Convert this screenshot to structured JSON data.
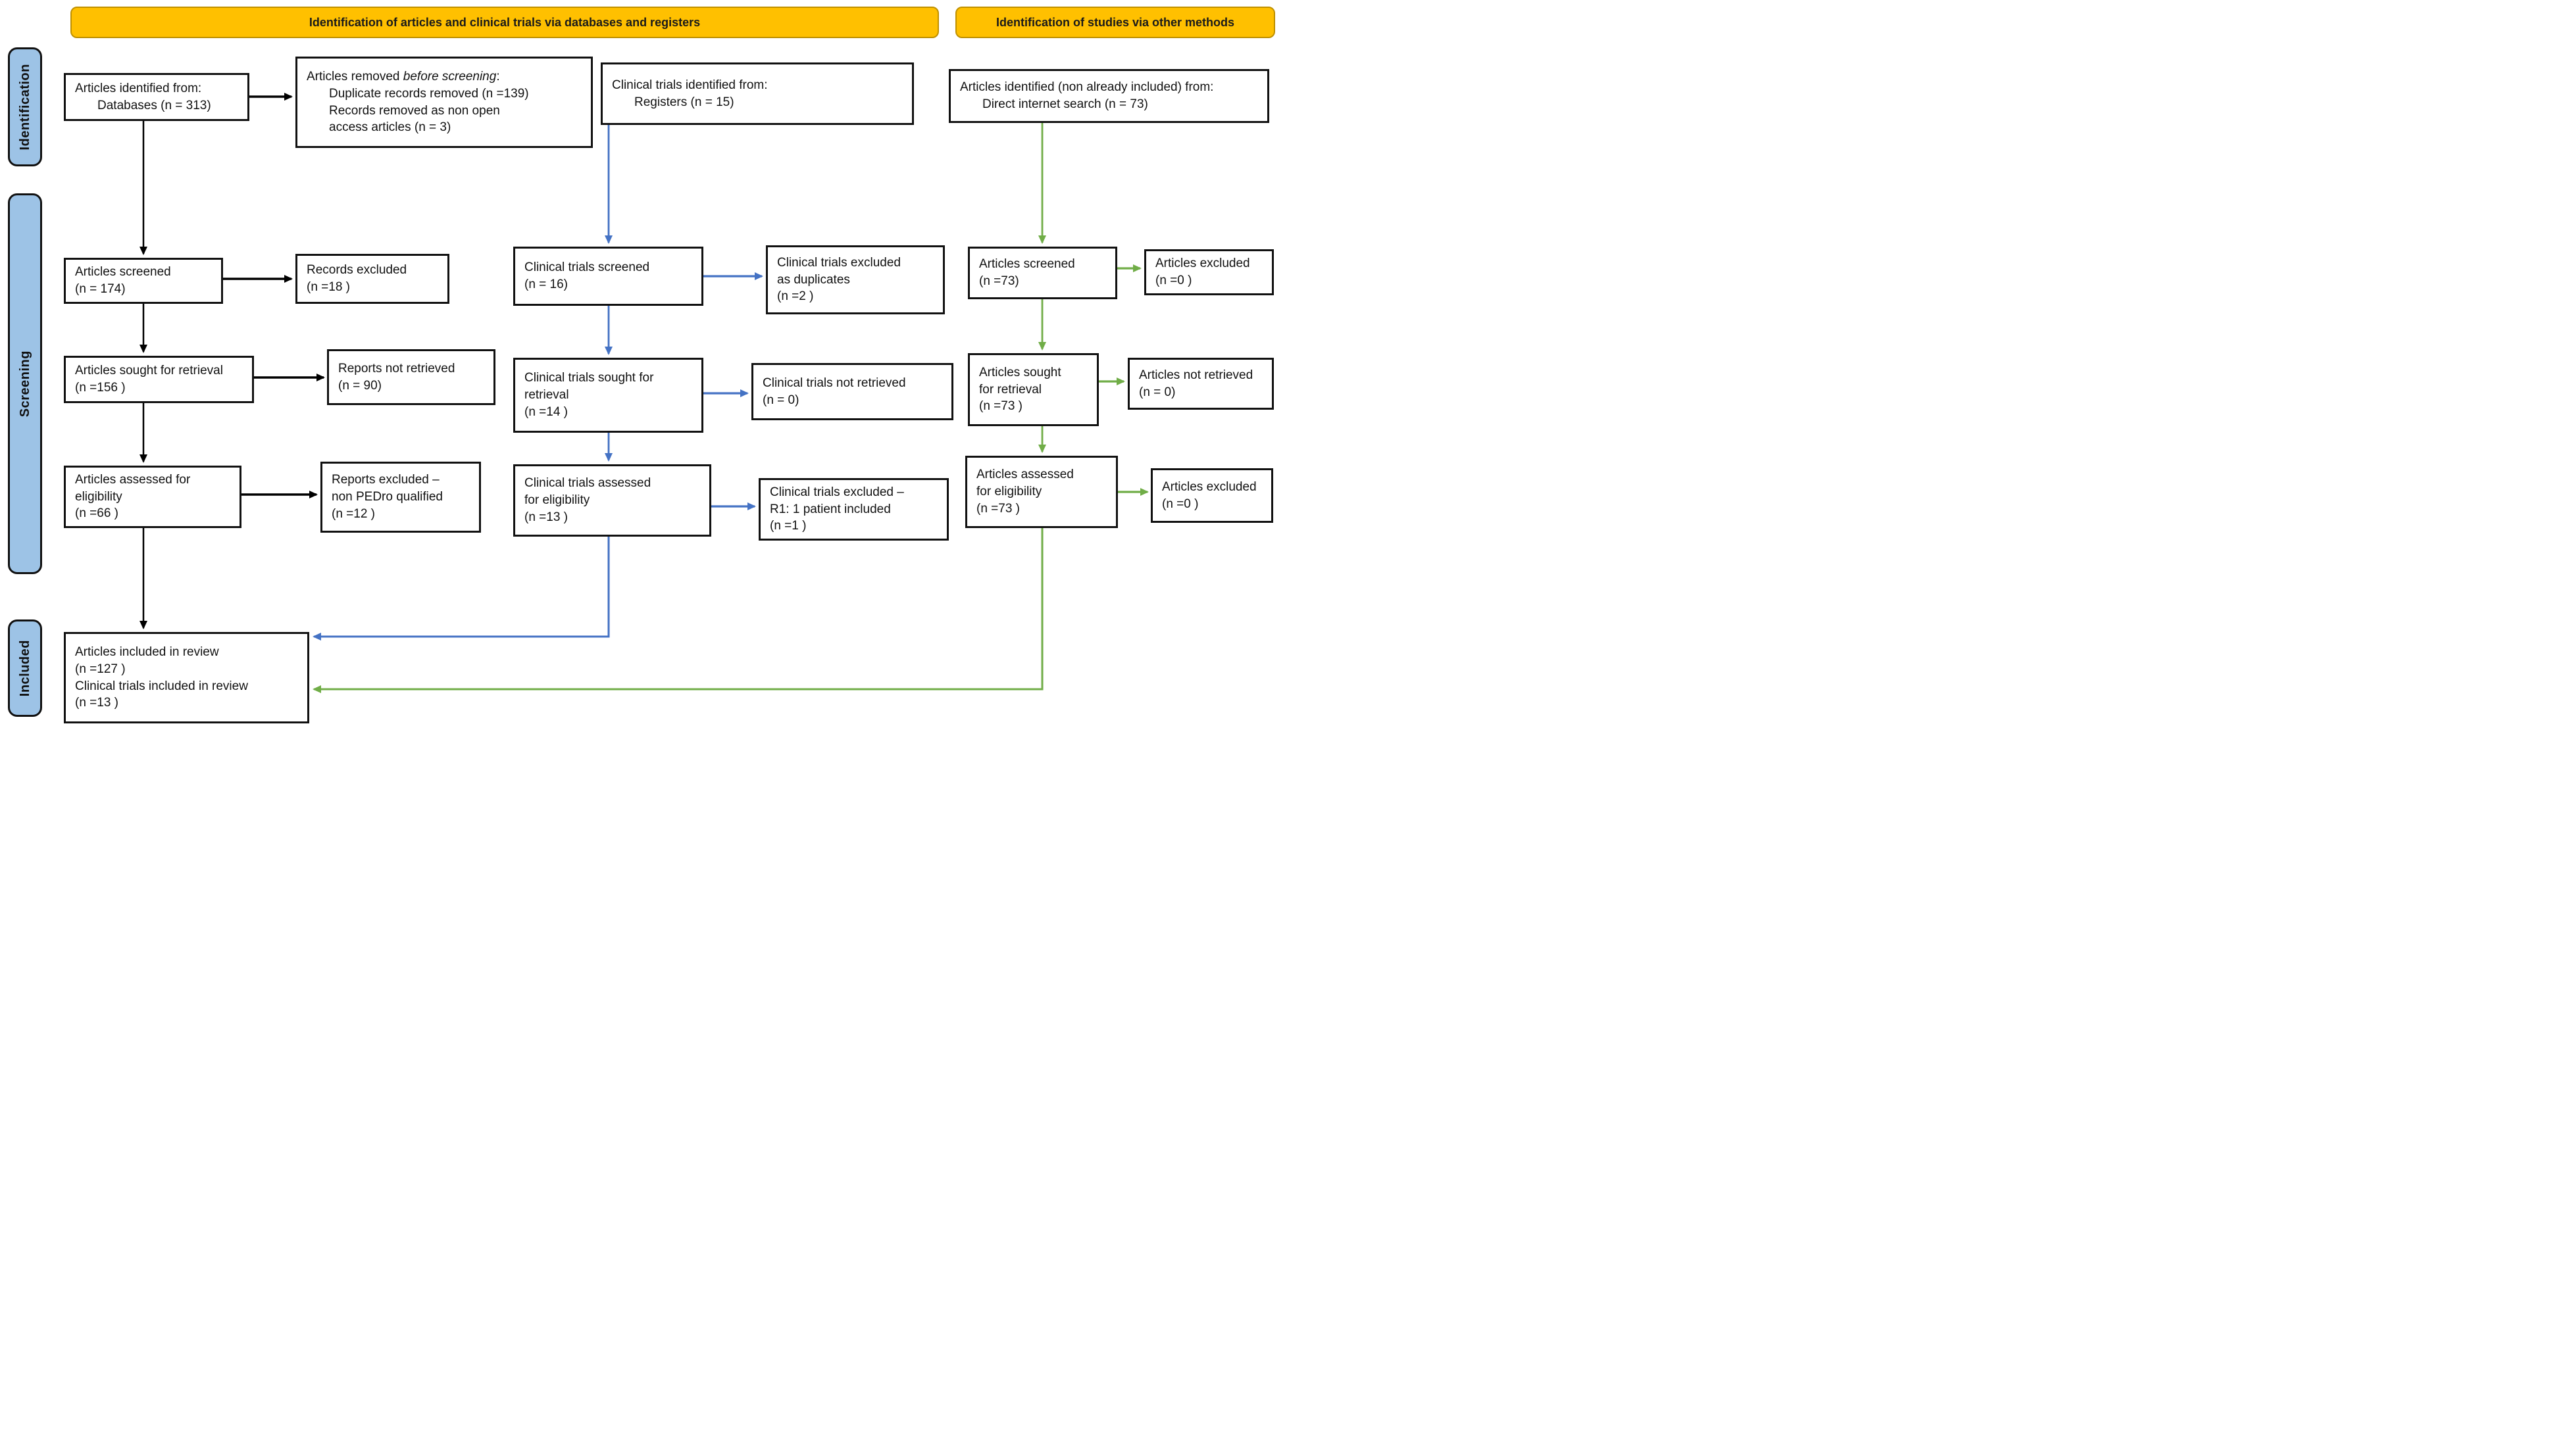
{
  "banners": {
    "primary": "Identification of articles and clinical trials via databases and registers",
    "secondary": "Identification of studies via other methods"
  },
  "stages": {
    "identification": "Identification",
    "screening": "Screening",
    "included": "Included"
  },
  "colors": {
    "banner_fill": "#FFC000",
    "banner_border": "#BF9000",
    "stage_fill": "#9DC3E6",
    "arrow_black": "#000000",
    "arrow_blue": "#4472C4",
    "arrow_green": "#70AD47"
  },
  "boxes": {
    "db_identified": {
      "l1": "Articles identified from:",
      "l2": "Databases (n = 313)"
    },
    "removed_before": {
      "pre": "Articles removed ",
      "italic": "before screening",
      "post": ":",
      "l2": "Duplicate records removed  (n =139)",
      "l3": "Records removed as non open",
      "l4": "access articles (n = 3)"
    },
    "registers_identified": {
      "l1": "Clinical trials identified from:",
      "l2": "Registers (n = 15)"
    },
    "direct_identified": {
      "l1": "Articles identified (non already included) from:",
      "l2": "Direct internet search (n = 73)"
    },
    "a_screened": {
      "l1": "Articles screened",
      "l2": "(n = 174)"
    },
    "a_screen_excluded": {
      "l1": "Records excluded",
      "l2": "(n =18 )"
    },
    "b_screened": {
      "l1": "Clinical trials screened",
      "l2": "(n = 16)"
    },
    "b_screen_excluded": {
      "l1": "Clinical trials excluded",
      "l2": "as duplicates",
      "l3": "(n =2 )"
    },
    "c_screened": {
      "l1": "Articles screened",
      "l2": "(n =73)"
    },
    "c_screen_excluded": {
      "l1": "Articles excluded",
      "l2": "(n =0 )"
    },
    "a_sought": {
      "l1": "Articles sought for retrieval",
      "l2": "(n =156 )"
    },
    "a_not_retrieved": {
      "l1": "Reports not retrieved",
      "l2": "(n = 90)"
    },
    "b_sought": {
      "l1": "Clinical trials sought for",
      "l2": "retrieval",
      "l3": "(n =14 )"
    },
    "b_not_retrieved": {
      "l1": "Clinical trials not retrieved",
      "l2": "(n = 0)"
    },
    "c_sought": {
      "l1": "Articles sought",
      "l2": "for retrieval",
      "l3": "(n =73 )"
    },
    "c_not_retrieved": {
      "l1": "Articles not retrieved",
      "l2": "(n = 0)"
    },
    "a_assessed": {
      "l1": "Articles assessed for",
      "l2": "eligibility",
      "l3": "(n =66 )"
    },
    "a_assess_excluded": {
      "l1": "Reports excluded –",
      "l2": "non PEDro qualified",
      "l3": "(n =12 )"
    },
    "b_assessed": {
      "l1": "Clinical trials assessed",
      "l2": "for eligibility",
      "l3": "(n =13 )"
    },
    "b_assess_excluded": {
      "l1": "Clinical trials excluded –",
      "l2": "R1: 1 patient included",
      "l3": "(n =1 )"
    },
    "c_assessed": {
      "l1": "Articles assessed",
      "l2": "for eligibility",
      "l3": "(n =73 )"
    },
    "c_assess_excluded": {
      "l1": "Articles excluded",
      "l2": "(n =0 )"
    },
    "included": {
      "l1": "Articles included in review",
      "l2": "(n =127 )",
      "l3": "Clinical trials included in review",
      "l4": "(n =13 )"
    }
  }
}
